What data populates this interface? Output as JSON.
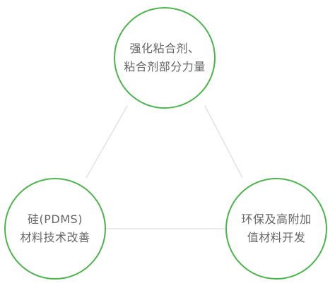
{
  "nodes": {
    "top": {
      "line1": "强化粘合剂、",
      "line2": "粘合剂部分力量"
    },
    "left": {
      "line1": "硅(PDMS)",
      "line2": "材料技术改善"
    },
    "right": {
      "line1": "环保及高附加",
      "line2": "值材料开发"
    }
  },
  "colors": {
    "circle_border": "#4db34d",
    "connector": "#e2e2e2",
    "text": "#666666"
  }
}
